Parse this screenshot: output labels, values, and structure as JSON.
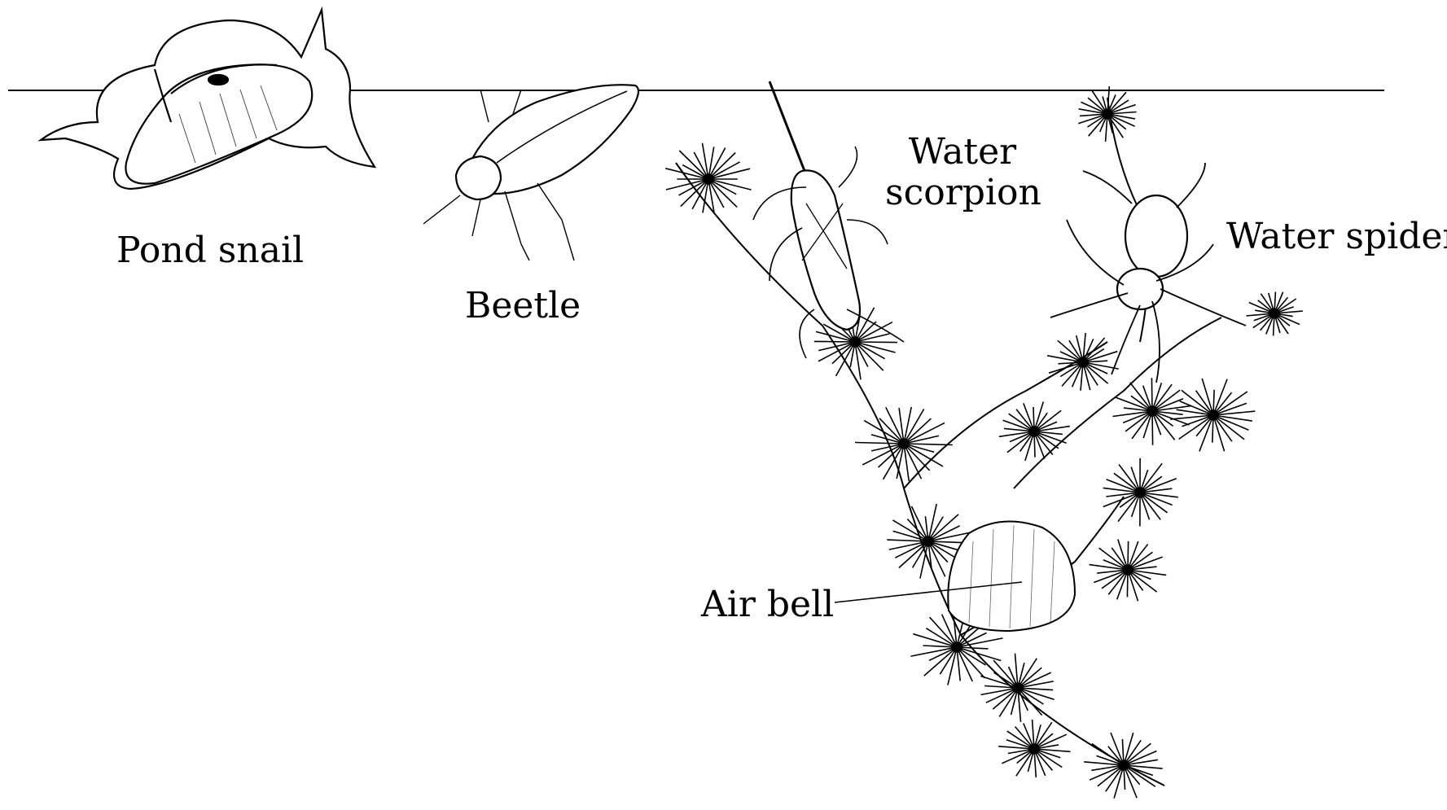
{
  "labels": {
    "pond_snail": "Pond snail",
    "beetle": "Beetle",
    "water_scorpion_line1": "Water",
    "water_scorpion_line2": "scorpion",
    "water_spider": "Water spider",
    "air_bell": "Air bell"
  },
  "colors": {
    "ink": "#000000",
    "background": "#ffffff"
  }
}
